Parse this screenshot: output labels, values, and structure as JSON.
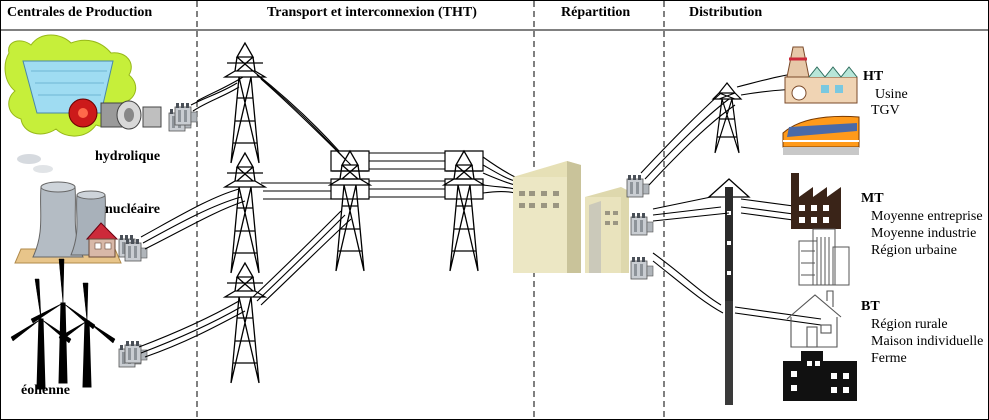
{
  "headers": {
    "production": "Centrales de Production",
    "transport": "Transport et interconnexion (THT)",
    "repartition": "Répartition",
    "distribution": "Distribution"
  },
  "sources": {
    "hydro": "hydrolique",
    "nuclear": "nucléaire",
    "wind": "éolienne"
  },
  "levels": {
    "ht": {
      "title": "HT",
      "items": [
        "Usine",
        "TGV"
      ]
    },
    "mt": {
      "title": "MT",
      "items": [
        "Moyenne entreprise",
        "Moyenne industrie",
        "Région urbaine"
      ]
    },
    "bt": {
      "title": "BT",
      "items": [
        "Région rurale",
        "Maison individuelle",
        "Ferme"
      ]
    }
  },
  "colors": {
    "water": "#9fdcf2",
    "foliage": "#c6ef3a",
    "turbine": "#cc1a1a",
    "building": "#ece7c4",
    "roof": "#cc2a3a",
    "train": "#ff9a1a",
    "lines": "#000000"
  }
}
